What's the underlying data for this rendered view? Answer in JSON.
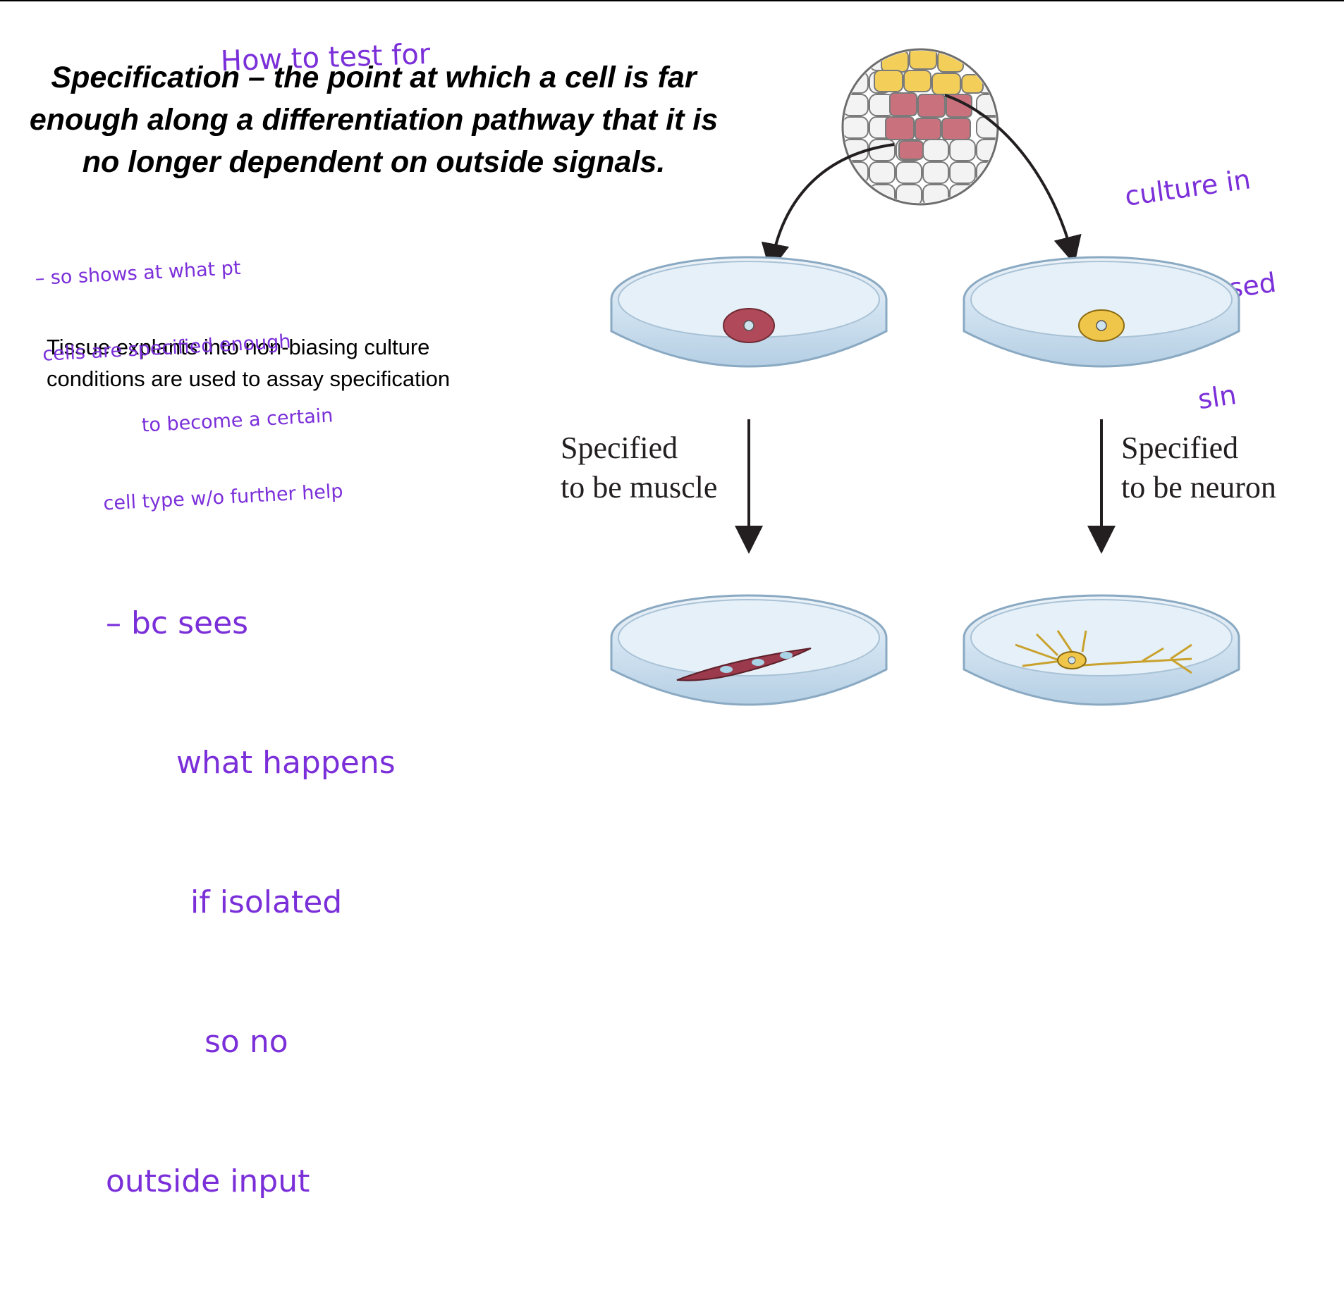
{
  "definition": {
    "text": "Specification – the point at which a cell is far enough along a differentiation pathway that it is no longer dependent on outside signals."
  },
  "body": {
    "text": "Tissue explants into non-biasing culture conditions are used to assay specification"
  },
  "figure": {
    "left_label": [
      "Specified",
      "to be muscle"
    ],
    "right_label": [
      "Specified",
      "to be neuron"
    ]
  },
  "annotations": {
    "top": "How to test for",
    "right": [
      "culture in",
      "non-biased",
      "sln"
    ],
    "left_mid": [
      "– so shows at what pt",
      "cells are specified enough",
      "to become a certain",
      "cell type w/o further help"
    ],
    "left_bottom": [
      "– bc sees",
      "what happens",
      "if isolated",
      "so no",
      "outside input"
    ]
  },
  "colors": {
    "annotation": "#7b2fd9",
    "muscle_cell": "#b04a5a",
    "neuron_cell": "#f0c64a",
    "dish": "#c9ddec"
  }
}
